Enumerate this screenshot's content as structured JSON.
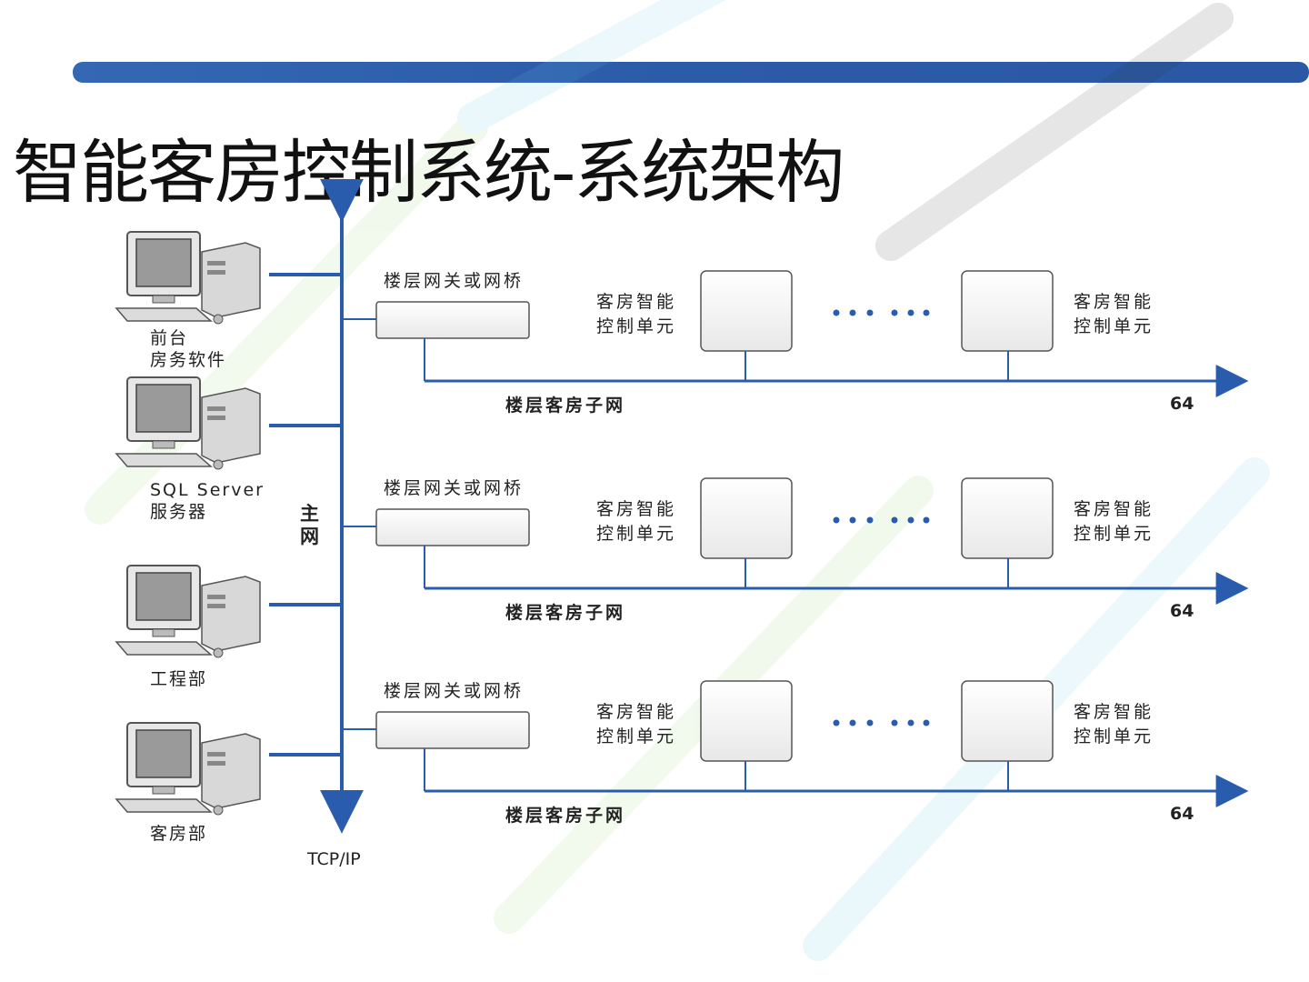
{
  "slide": {
    "title": "智能客房控制系统-系统架构",
    "colors": {
      "header_bar": "#2a5aa8",
      "network_line": "#2a5cae",
      "text": "#222222"
    }
  },
  "backbone": {
    "label": "主网",
    "protocol": "TCP/IP"
  },
  "workstations": [
    {
      "label": "前台\n房务软件",
      "icon": "desktop-computer-icon"
    },
    {
      "label": "SQL Server\n服务器",
      "icon": "desktop-computer-icon"
    },
    {
      "label": "工程部",
      "icon": "desktop-computer-icon"
    },
    {
      "label": "客房部",
      "icon": "desktop-computer-icon"
    }
  ],
  "floors": [
    {
      "gateway_label": "楼层网关或网桥",
      "unit_label": "客房智能\n控制单元",
      "subnet_label": "楼层客房子网",
      "count": "64"
    },
    {
      "gateway_label": "楼层网关或网桥",
      "unit_label": "客房智能\n控制单元",
      "subnet_label": "楼层客房子网",
      "count": "64"
    },
    {
      "gateway_label": "楼层网关或网桥",
      "unit_label": "客房智能\n控制单元",
      "subnet_label": "楼层客房子网",
      "count": "64"
    }
  ]
}
